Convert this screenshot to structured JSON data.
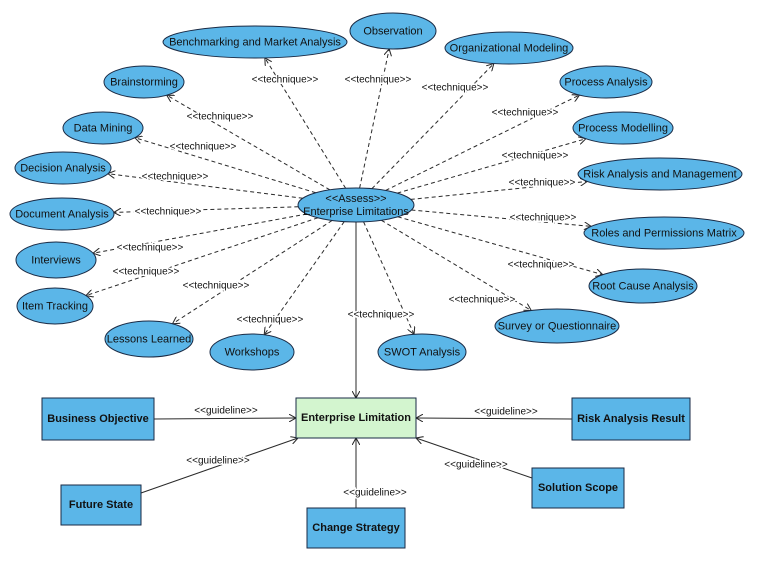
{
  "hub": {
    "line1": "<<Assess>>",
    "line2": "Enterprise Limitations"
  },
  "technique_label": "<<technique>>",
  "guideline_label": "<<guideline>>",
  "techniques": [
    "Benchmarking and Market Analysis",
    "Observation",
    "Organizational Modeling",
    "Brainstorming",
    "Process Analysis",
    "Data Mining",
    "Process Modelling",
    "Decision Analysis",
    "Risk Analysis and Management",
    "Document Analysis",
    "Roles and Permissions Matrix",
    "Interviews",
    "Root Cause Analysis",
    "Item Tracking",
    "Survey or Questionnaire",
    "Lessons Learned",
    "Workshops",
    "SWOT Analysis"
  ],
  "center_box": "Enterprise Limitation",
  "inputs": [
    "Business Objective",
    "Risk Analysis Result",
    "Future State",
    "Solution Scope",
    "Change Strategy"
  ]
}
